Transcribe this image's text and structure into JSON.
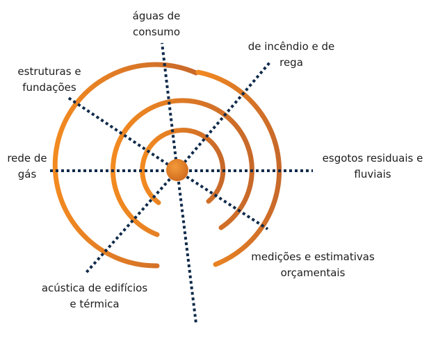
{
  "diagram": {
    "labels": {
      "aguas": {
        "line1": "águas de",
        "line2": "consumo"
      },
      "incendio": {
        "line1": "de incêndio e de",
        "line2": "rega"
      },
      "estruturas": {
        "line1": "estruturas e",
        "line2": "fundações"
      },
      "gas": {
        "line1": "rede de",
        "line2": "gás"
      },
      "esgotos": {
        "line1": "esgotos residuais e",
        "line2": "fluviais"
      },
      "medicoes": {
        "line1": "medições e estimativas",
        "line2": "orçamentais"
      },
      "acustica": {
        "line1": "acústica de edifícios",
        "line2": "e térmica"
      }
    },
    "colors": {
      "ring_light": "#f28a21",
      "ring_dark": "#c8692a",
      "spoke": "#0f2a4a",
      "hub": "#e27a22",
      "text": "#1c1c1c"
    }
  }
}
